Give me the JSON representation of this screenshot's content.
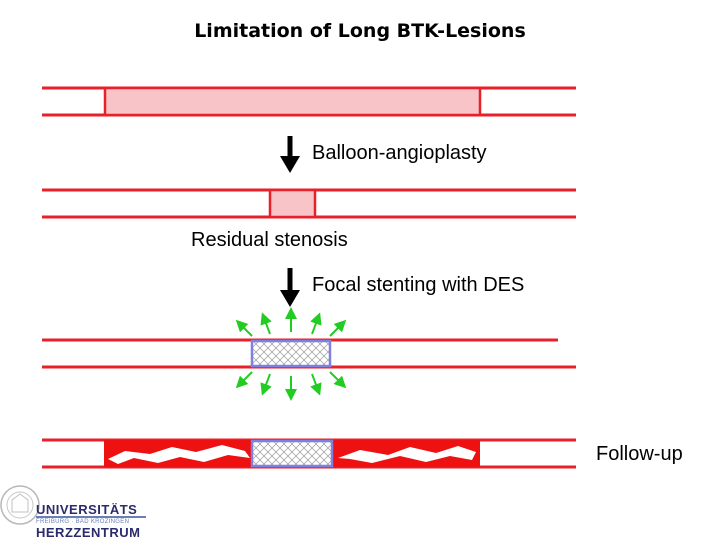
{
  "title": "Limitation of Long BTK-Lesions",
  "labels": {
    "balloon": "Balloon-angioplasty",
    "residual": "Residual stenosis",
    "stenting": "Focal stenting with DES",
    "followup": "Follow-up"
  },
  "logo": {
    "line1": "UNIVERSITÄTS",
    "line2": "FREIBURG · BAD KROZINGEN",
    "line3": "HERZZENTRUM"
  },
  "colors": {
    "vessel": "#e8202a",
    "lesion_fill": "#f8c4c8",
    "hyperplasia": "#ee1111",
    "stent_border": "#8080e0",
    "arrow": "#000000",
    "force_arrows": "#22cc22"
  }
}
